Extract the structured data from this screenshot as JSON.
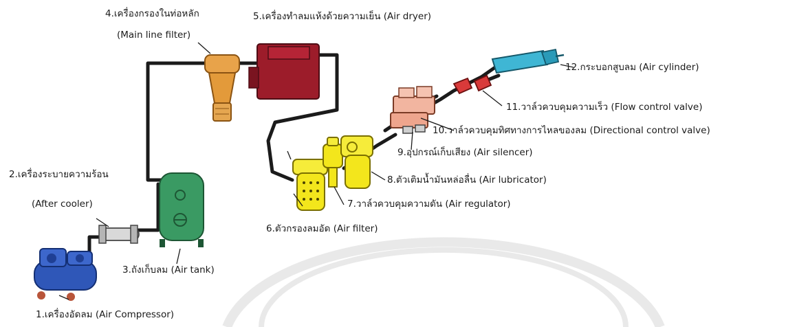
{
  "labels": {
    "c1": "1.เครื่องอัดลม (Air Compressor)",
    "c2_th": "2.เครื่องระบายความร้อน",
    "c2_en": "(After cooler)",
    "c3": "3.ถังเก็บลม (Air tank)",
    "c4_th": "4.เครื่องกรองในท่อหลัก",
    "c4_en": "(Main line filter)",
    "c5": "5.เครื่องทำลมแห้งด้วยความเย็น (Air dryer)",
    "c6": "6.ตัวกรองลมอัด (Air filter)",
    "c7": "7.วาล์วควบคุมความดัน (Air regulator)",
    "c8": "8.ตัวเติมน้ำมันหล่อลื่น (Air lubricator)",
    "c9": "9.อุปกรณ์เก็บเสียง (Air silencer)",
    "c10": "10.วาล์วควบคุมทิศทางการไหลของลม (Directional control valve)",
    "c11": "11.วาล์วควบคุมความเร็ว (Flow control valve)",
    "c12": "12.กระบอกสูบลม (Air cylinder)"
  },
  "colors": {
    "compressor": "#2f57b8",
    "after_cooler": "#c9c9c9",
    "air_tank": "#3a9a63",
    "main_line_filter": "#e39a3a",
    "air_dryer": "#9c1c2a",
    "frl": "#f3e61c",
    "directional_valve": "#f2b5a0",
    "flow_control_valve": "#d93a3a",
    "cylinder": "#3fb6d4",
    "pipe": "#1b1b1b"
  }
}
